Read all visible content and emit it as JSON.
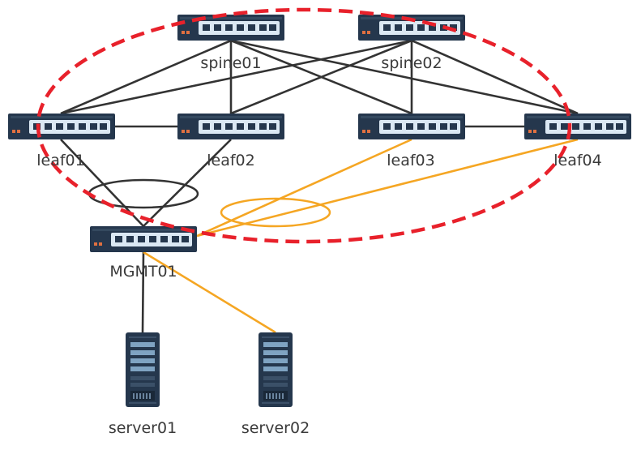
{
  "colors": {
    "background": "#ffffff",
    "fabric_ring": "#e8212b",
    "link_dark": "#333333",
    "link_orange": "#f5a623",
    "device_body": "#25374d",
    "device_port": "#dbe8f3",
    "label_text": "#3a3a3a"
  },
  "icons": {
    "switch": "network-switch-icon",
    "server": "rack-server-icon"
  },
  "devices": {
    "spine01": {
      "label": "spine01",
      "type": "switch"
    },
    "spine02": {
      "label": "spine02",
      "type": "switch"
    },
    "leaf01": {
      "label": "leaf01",
      "type": "switch"
    },
    "leaf02": {
      "label": "leaf02",
      "type": "switch"
    },
    "leaf03": {
      "label": "leaf03",
      "type": "switch"
    },
    "leaf04": {
      "label": "leaf04",
      "type": "switch"
    },
    "mgmt01": {
      "label": "MGMT01",
      "type": "switch"
    },
    "server01": {
      "label": "server01",
      "type": "server"
    },
    "server02": {
      "label": "server02",
      "type": "server"
    }
  },
  "links": [
    {
      "from": "spine01",
      "to": "leaf01",
      "color": "link_dark"
    },
    {
      "from": "spine01",
      "to": "leaf02",
      "color": "link_dark"
    },
    {
      "from": "spine01",
      "to": "leaf03",
      "color": "link_dark"
    },
    {
      "from": "spine01",
      "to": "leaf04",
      "color": "link_dark"
    },
    {
      "from": "spine02",
      "to": "leaf01",
      "color": "link_dark"
    },
    {
      "from": "spine02",
      "to": "leaf02",
      "color": "link_dark"
    },
    {
      "from": "spine02",
      "to": "leaf03",
      "color": "link_dark"
    },
    {
      "from": "spine02",
      "to": "leaf04",
      "color": "link_dark"
    },
    {
      "from": "leaf01",
      "to": "leaf02",
      "color": "link_dark"
    },
    {
      "from": "leaf03",
      "to": "leaf04",
      "color": "link_dark"
    },
    {
      "from": "leaf01",
      "to": "mgmt01",
      "color": "link_dark"
    },
    {
      "from": "leaf02",
      "to": "mgmt01",
      "color": "link_dark"
    },
    {
      "from": "leaf03",
      "to": "mgmt01",
      "color": "link_orange"
    },
    {
      "from": "leaf04",
      "to": "mgmt01",
      "color": "link_orange"
    },
    {
      "from": "mgmt01",
      "to": "server01",
      "color": "link_dark"
    },
    {
      "from": "mgmt01",
      "to": "server02",
      "color": "link_orange"
    }
  ],
  "groupings": {
    "fabric": {
      "members": [
        "spine01",
        "spine02",
        "leaf01",
        "leaf02",
        "leaf03",
        "leaf04"
      ],
      "style": "dashed",
      "color": "fabric_ring"
    },
    "mlag_leaf01_leaf02": {
      "members": [
        "leaf01",
        "leaf02"
      ],
      "color": "link_dark"
    },
    "mlag_leaf03_leaf04": {
      "members": [
        "leaf03",
        "leaf04"
      ],
      "color": "link_orange"
    }
  }
}
